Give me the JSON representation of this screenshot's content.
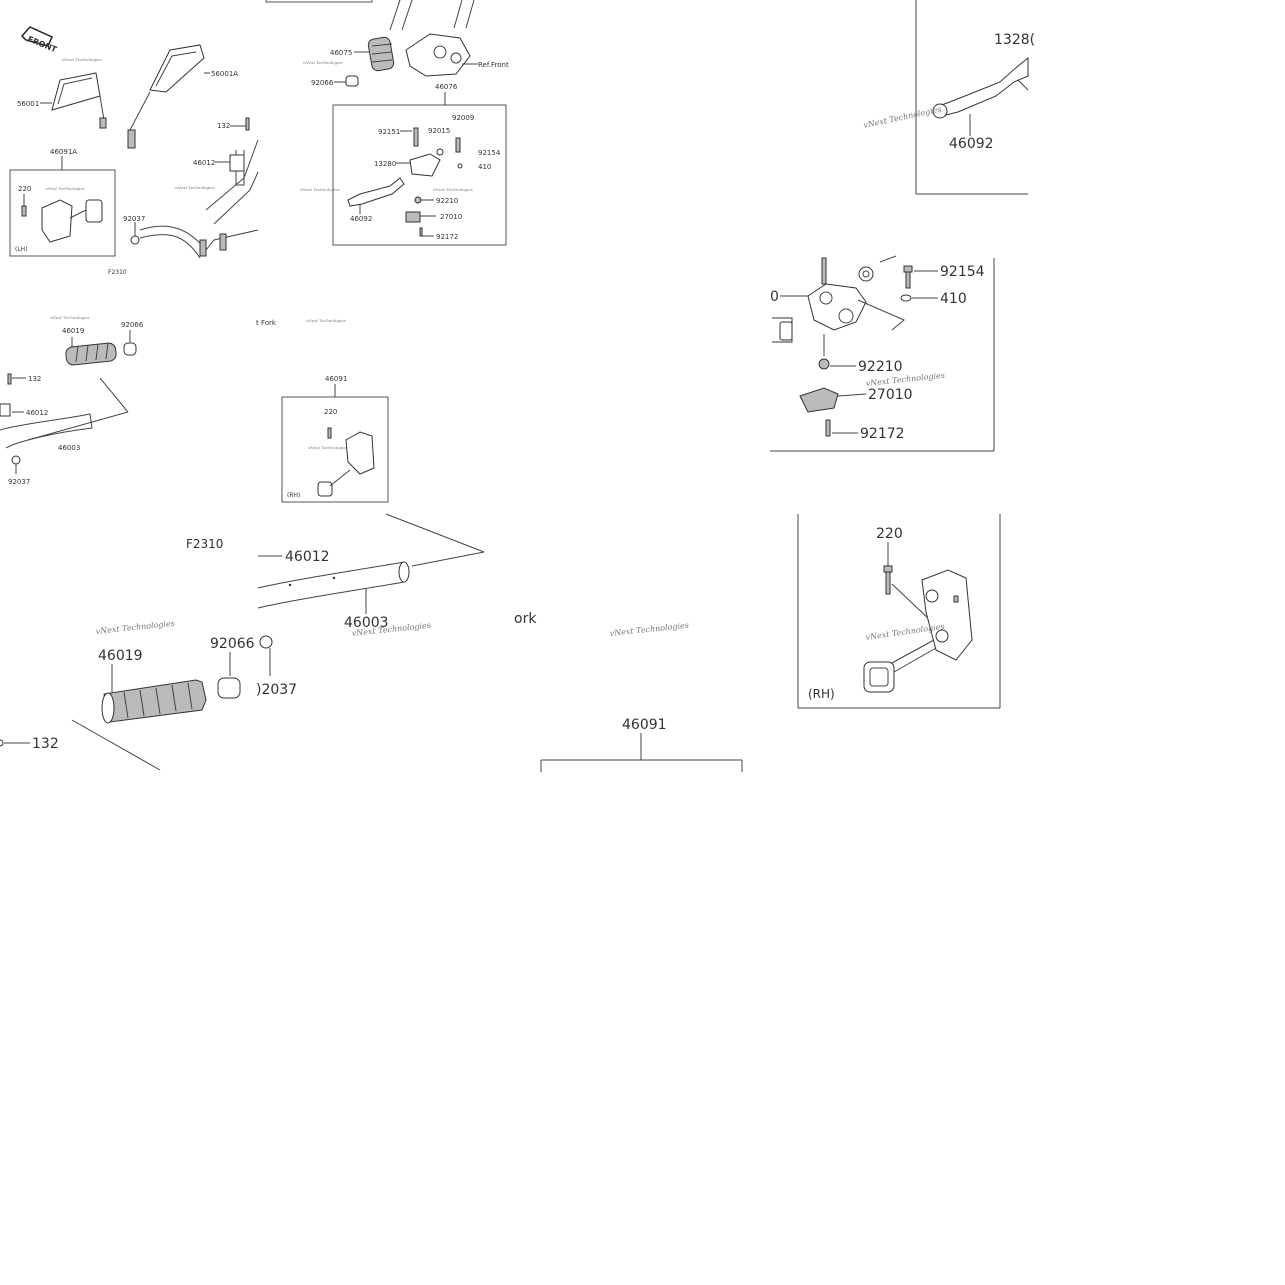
{
  "wm": "vNext Technologies",
  "p1": {
    "front": "FRONT",
    "ref_front": "Ref.Front",
    "lh": "(LH)",
    "f2310": "F2310",
    "n56001": "56001",
    "n56001a": "56001A",
    "n46091a": "46091A",
    "n220": "220",
    "n132": "132",
    "n46012": "46012",
    "n92037": "92037",
    "n46075": "46075",
    "n92066": "92066",
    "n46076": "46076",
    "n92009": "92009",
    "n92151": "92151",
    "n92015": "92015",
    "n92154": "92154",
    "n410": "410",
    "n13280": "13280",
    "n92210": "92210",
    "n27010": "27010",
    "n46092": "46092",
    "n92172": "92172"
  },
  "p2": {
    "n46019": "46019",
    "n92066": "92066",
    "n132": "132",
    "n46012": "46012",
    "n46003": "46003",
    "n92037": "92037",
    "fork": "t Fork",
    "n46091": "46091",
    "n220": "220",
    "rh": "(RH)"
  },
  "p3": {
    "n13280": "1328(",
    "n46092": "46092"
  },
  "p4": {
    "n0": "0",
    "n92154": "92154",
    "n410": "410",
    "n92210": "92210",
    "n27010": "27010",
    "n92172": "92172"
  },
  "p5": {
    "f2310": "F2310",
    "n46012": "46012",
    "n46003": "46003",
    "ork": "ork",
    "n46019": "46019",
    "n92066": "92066",
    "n2037": ")2037",
    "n132": "132",
    "n46091": "46091"
  },
  "p6": {
    "n220": "220",
    "rh": "(RH)"
  }
}
